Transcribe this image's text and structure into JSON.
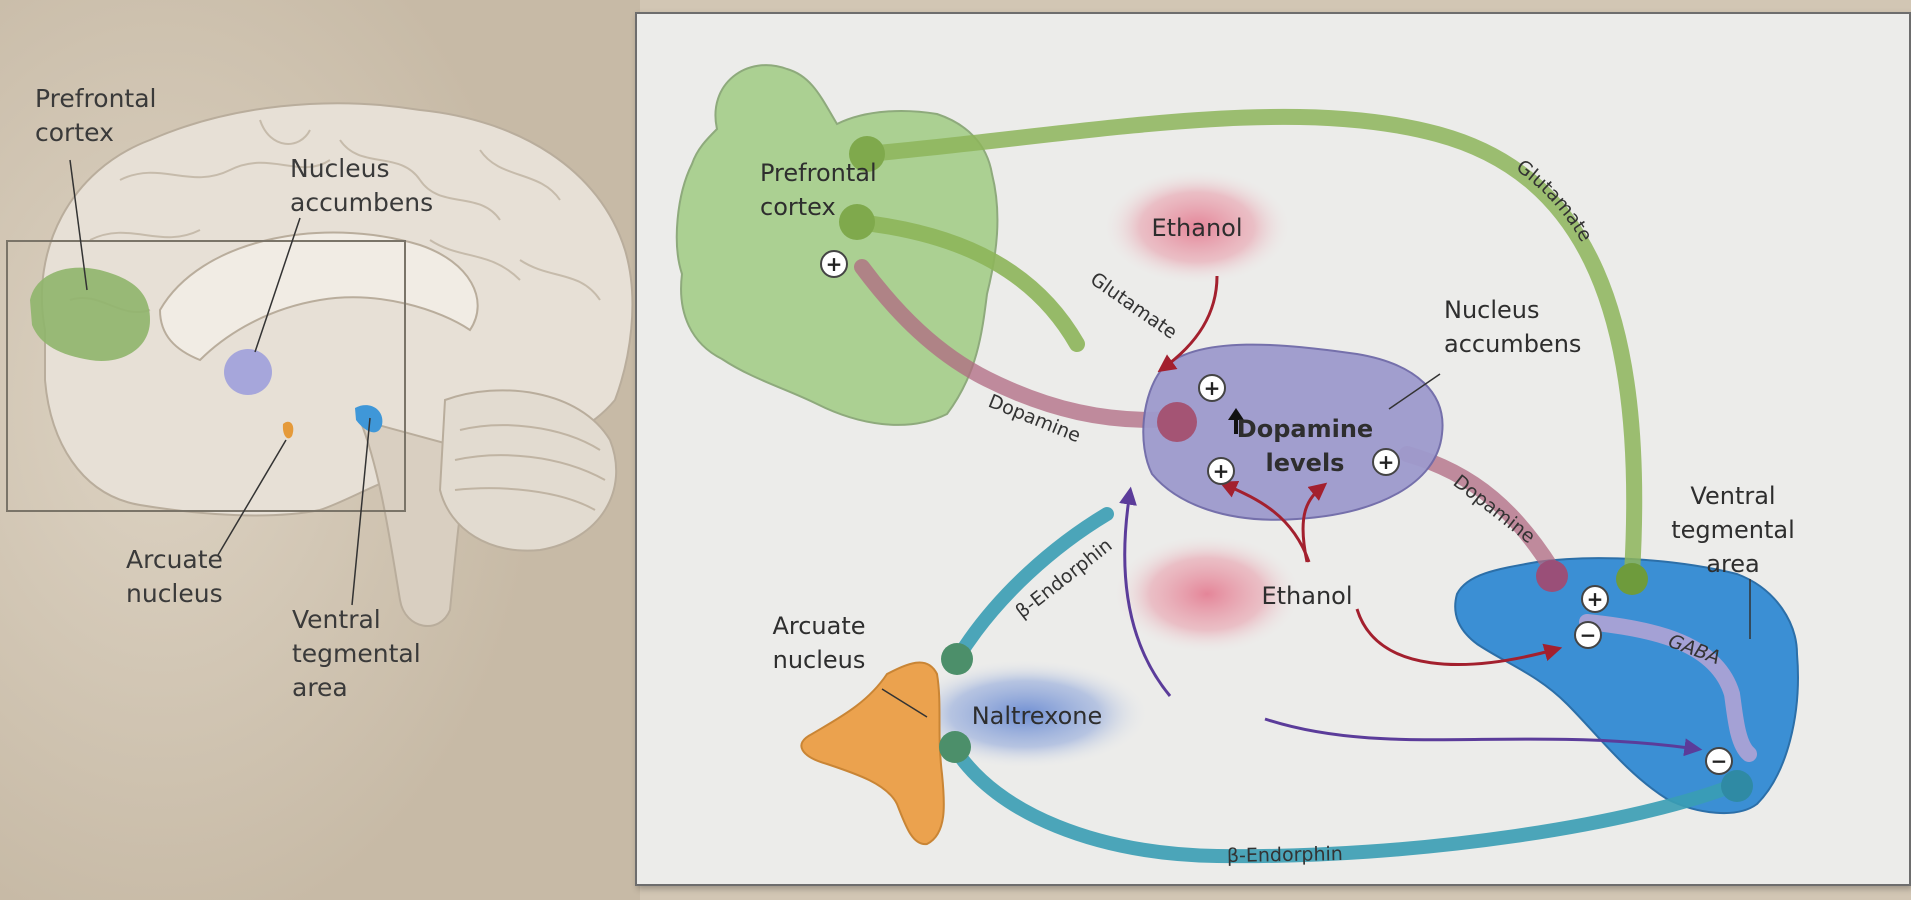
{
  "brain": {
    "prefrontal_line1": "Prefrontal",
    "prefrontal_line2": "cortex",
    "accumbens_line1": "Nucleus",
    "accumbens_line2": "accumbens",
    "arcuate_line1": "Arcuate",
    "arcuate_line2": "nucleus",
    "vta_line1": "Ventral",
    "vta_line2": "tegmental",
    "vta_line3": "area"
  },
  "diagram": {
    "prefrontal_line1": "Prefrontal",
    "prefrontal_line2": "cortex",
    "accumbens_line1": "Nucleus",
    "accumbens_line2": "accumbens",
    "arcuate_line1": "Arcuate",
    "arcuate_line2": "nucleus",
    "vta_line1": "Ventral",
    "vta_line2": "tegmental",
    "vta_line3": "area",
    "dopamine_levels_line1": "Dopamine",
    "dopamine_levels_line2": "levels",
    "ethanol_top": "Ethanol",
    "ethanol_bottom": "Ethanol",
    "naltrexone": "Naltrexone",
    "glutamate_outer": "Glutamate",
    "glutamate_inner": "Glutamate",
    "dopamine_pfc": "Dopamine",
    "dopamine_vta": "Dopamine",
    "endorphin_upper": "β-Endorphin",
    "endorphin_lower": "β-Endorphin",
    "gaba": "GABA",
    "plus_sign": "+",
    "minus_sign": "−",
    "up_arrow": "⬆"
  },
  "colors": {
    "glutamate": "#8db55a",
    "dopamine": "#b06a82",
    "endorphin": "#3a9db4",
    "gaba": "#b7a5d5",
    "ethanol_arrow": "#a3202e",
    "naltrexone_arrow": "#5b3c9a",
    "prefrontal": "#a8cf8e",
    "accumbens": "#9e9acd",
    "arcuate": "#eba24e",
    "vta": "#3b8fd4"
  }
}
